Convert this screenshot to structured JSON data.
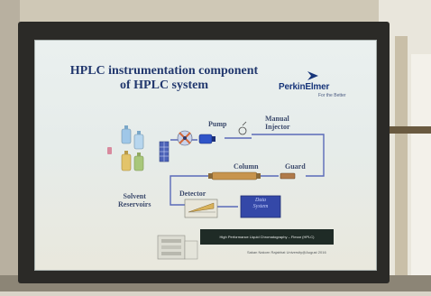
{
  "slide": {
    "title_line1": "HPLC instrumentation component",
    "title_line2": "of HPLC system",
    "logo": {
      "name": "PerkinElmer",
      "tagline": "For the Better"
    },
    "labels": {
      "pump": "Pump",
      "injector_line1": "Manual",
      "injector_line2": "Injector",
      "column": "Column",
      "guard": "Guard",
      "reservoirs_line1": "Solvent",
      "reservoirs_line2": "Reservoirs",
      "detector": "Detector",
      "data_line1": "Data",
      "data_line2": "System"
    },
    "banner": "High Performance Liquid Chromatography – Flexar (HPLC)",
    "credit": "Sakan Nakorn Rajabhat University@August 2016"
  },
  "colors": {
    "title": "#22386e",
    "label": "#3c4a6c",
    "tubing": "#5a6ab8",
    "banner_bg": "#1f2b26",
    "logo": "#17357a"
  }
}
